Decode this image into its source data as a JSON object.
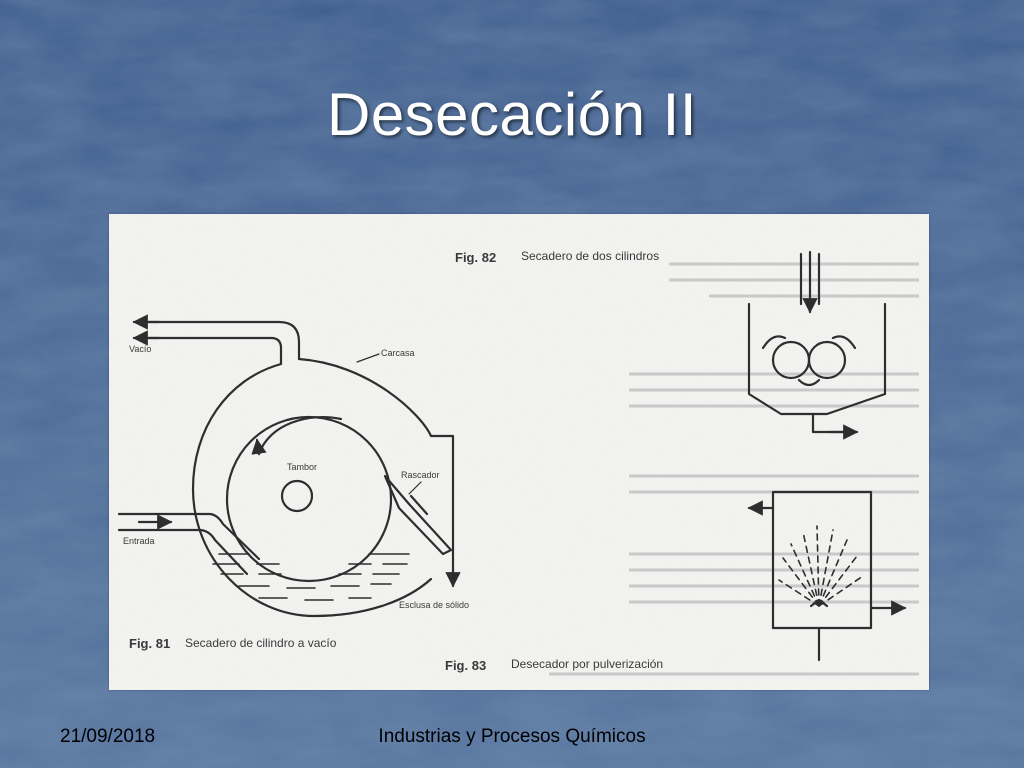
{
  "slide": {
    "title": "Desecación II",
    "footer_date": "21/09/2018",
    "footer_center": "Industrias y Procesos Químicos"
  },
  "figure": {
    "fig82_caption_num": "Fig. 82",
    "fig82_caption": "Secadero de dos cilindros",
    "fig81_caption_num": "Fig. 81",
    "fig81_caption": "Secadero de cilindro a vacío",
    "fig83_caption_num": "Fig. 83",
    "fig83_caption": "Desecador por pulverización",
    "label_vacio": "Vacío",
    "label_carcasa": "Carcasa",
    "label_tambor": "Tambor",
    "label_rascador": "Rascador",
    "label_entrada": "Entrada",
    "label_esclusa": "Esclusa de sólido"
  },
  "colors": {
    "background": "#4a6894",
    "title": "#ffffff",
    "panel": "#f3f3f1",
    "ink": "#2e2e2e"
  }
}
